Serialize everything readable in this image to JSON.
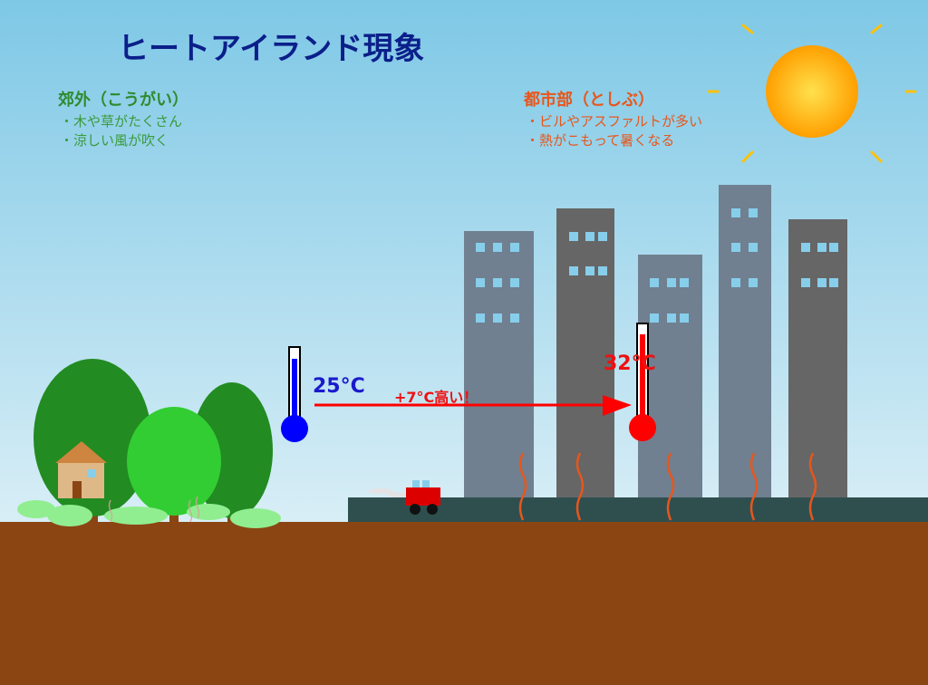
{
  "title": "ヒートアイランド現象",
  "suburb": {
    "heading": "郊外（こうがい）",
    "points": [
      "・木や草がたくさん",
      "・涼しい風が吹く"
    ]
  },
  "urban": {
    "heading": "都市部（としぶ）",
    "points": [
      "・ビルやアスファルトが多い",
      "・熱がこもって暑くなる"
    ]
  },
  "temperature": {
    "suburb_label": "25°C",
    "urban_label": "32°C",
    "difference_label": "+7°C高い！"
  },
  "colors": {
    "sky_top": "#87ceeb",
    "sky_bottom": "#d6eef7",
    "ground": "#8b4513",
    "road": "#2f4f4f",
    "sun": "#ffc107",
    "cold_thermometer": "#0000ff",
    "hot_thermometer": "#ff0000",
    "heat_wave": "#e8561b",
    "tree_dark": "#228b22",
    "tree_light": "#32cd32",
    "building_dark": "#666666",
    "building_slate": "#708090",
    "window": "#87ceeb",
    "car": "#dd0000"
  }
}
